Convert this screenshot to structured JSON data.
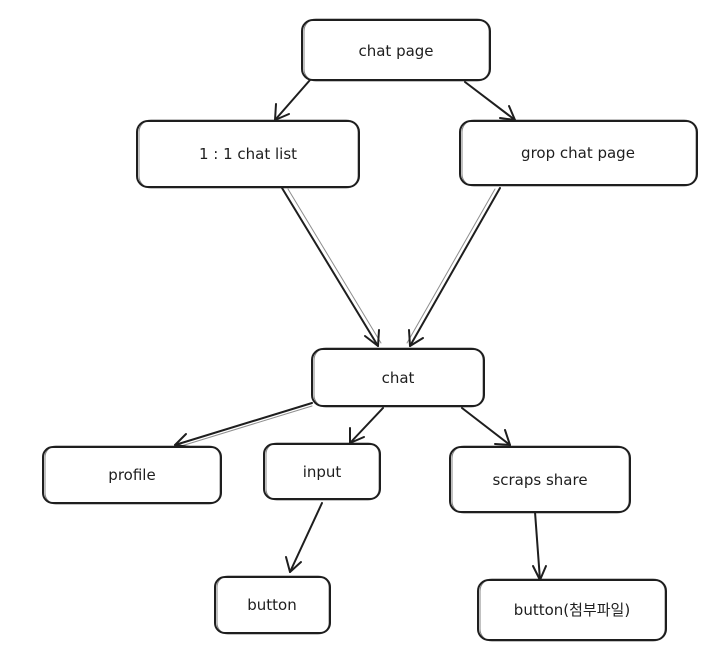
{
  "diagram": {
    "nodes": {
      "chat_page": "chat page",
      "one_to_one_chat_list": "1 : 1 chat list",
      "group_chat_page": "grop chat page",
      "chat": "chat",
      "profile": "profile",
      "input": "input",
      "scraps_share": "scraps share",
      "input_button": "button",
      "share_button": "button(첨부파일)"
    },
    "edges": [
      {
        "from": "chat page",
        "to": "1 : 1 chat list"
      },
      {
        "from": "chat page",
        "to": "grop chat page"
      },
      {
        "from": "1 : 1 chat list",
        "to": "chat"
      },
      {
        "from": "grop chat page",
        "to": "chat"
      },
      {
        "from": "chat",
        "to": "profile"
      },
      {
        "from": "chat",
        "to": "input"
      },
      {
        "from": "chat",
        "to": "scraps share"
      },
      {
        "from": "input",
        "to": "button"
      },
      {
        "from": "scraps share",
        "to": "button(첨부파일)"
      }
    ]
  }
}
